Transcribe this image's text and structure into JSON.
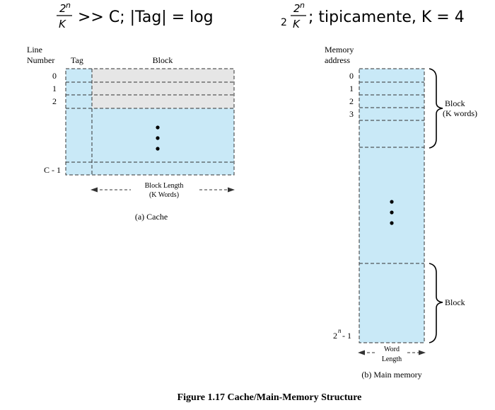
{
  "header": {
    "prefix_num": "2",
    "prefix_exp": "n",
    "prefix_den": "K",
    "gg_C": ">> C; |Tag| = log",
    "log_base": "2",
    "frac2_num": "2",
    "frac2_exp": "n",
    "frac2_den": "K",
    "tail": "; tipicamente, K = 4"
  },
  "cache": {
    "line_label_1": "Line",
    "line_label_2": "Number",
    "tag_label": "Tag",
    "block_label": "Block",
    "row_numbers": [
      "0",
      "1",
      "2"
    ],
    "last_row": "C - 1",
    "block_length_1": "Block Length",
    "block_length_2": "(K Words)",
    "caption": "(a) Cache"
  },
  "memory": {
    "address_label_1": "Memory",
    "address_label_2": "address",
    "row_numbers": [
      "0",
      "1",
      "2",
      "3"
    ],
    "last_row_base": "2",
    "last_row_exp": "n",
    "last_row_tail": " - 1",
    "block_label": "Block",
    "block_words": "(K words)",
    "block_label_lower": "Block",
    "word_length_1": "Word",
    "word_length_2": "Length",
    "caption": "(b) Main memory"
  },
  "figure_caption": "Figure 1.17  Cache/Main-Memory Structure",
  "colors": {
    "fill_blue": "#c9e9f7",
    "fill_gray": "#e6e6e6",
    "dash": "#333333"
  }
}
